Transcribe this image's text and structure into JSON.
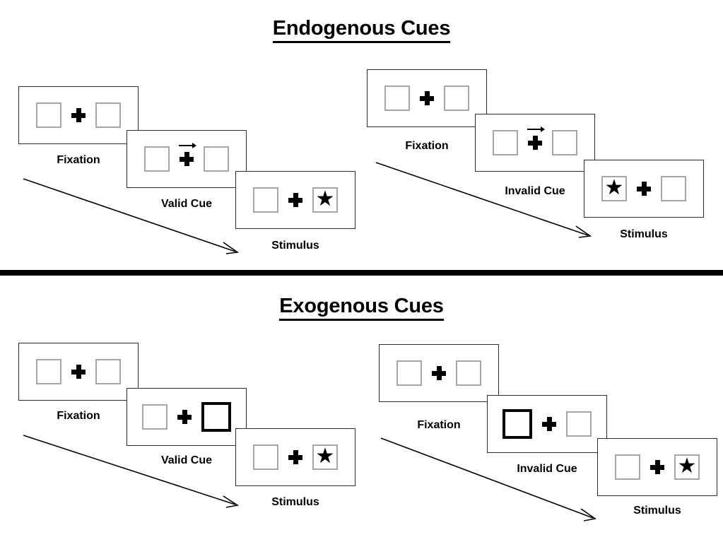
{
  "figure": {
    "title_endogenous": "Endogenous Cues",
    "title_exogenous": "Exogenous Cues",
    "colors": {
      "panel_border": "#2b2b2b",
      "box_border": "#a6a6a6",
      "cued_box_border": "#000000",
      "ink": "#000000",
      "background": "#ffffff"
    }
  },
  "sections": [
    {
      "id": "endogenous",
      "title": "Endogenous Cues",
      "columns": [
        {
          "id": "endogenous-valid",
          "panels": [
            {
              "caption": "Fixation",
              "cue": "none",
              "stimulus": "none"
            },
            {
              "caption": "Valid Cue",
              "cue": "arrow-right",
              "stimulus": "none"
            },
            {
              "caption": "Stimulus",
              "cue": "none",
              "stimulus": "star-right"
            }
          ]
        },
        {
          "id": "endogenous-invalid",
          "panels": [
            {
              "caption": "Fixation",
              "cue": "none",
              "stimulus": "none"
            },
            {
              "caption": "Invalid Cue",
              "cue": "arrow-right",
              "stimulus": "none"
            },
            {
              "caption": "Stimulus",
              "cue": "none",
              "stimulus": "star-left"
            }
          ]
        }
      ]
    },
    {
      "id": "exogenous",
      "title": "Exogenous Cues",
      "columns": [
        {
          "id": "exogenous-valid",
          "panels": [
            {
              "caption": "Fixation",
              "cue": "none",
              "stimulus": "none"
            },
            {
              "caption": "Valid Cue",
              "cue": "bold-box-right",
              "stimulus": "none"
            },
            {
              "caption": "Stimulus",
              "cue": "none",
              "stimulus": "star-right"
            }
          ]
        },
        {
          "id": "exogenous-invalid",
          "panels": [
            {
              "caption": "Fixation",
              "cue": "none",
              "stimulus": "none"
            },
            {
              "caption": "Invalid Cue",
              "cue": "bold-box-left",
              "stimulus": "none"
            },
            {
              "caption": "Stimulus",
              "cue": "none",
              "stimulus": "star-right"
            }
          ]
        }
      ]
    }
  ],
  "labels": {
    "fixation": "Fixation",
    "valid_cue": "Valid Cue",
    "invalid_cue": "Invalid Cue",
    "stimulus": "Stimulus"
  },
  "glyphs": {
    "star": "★"
  }
}
